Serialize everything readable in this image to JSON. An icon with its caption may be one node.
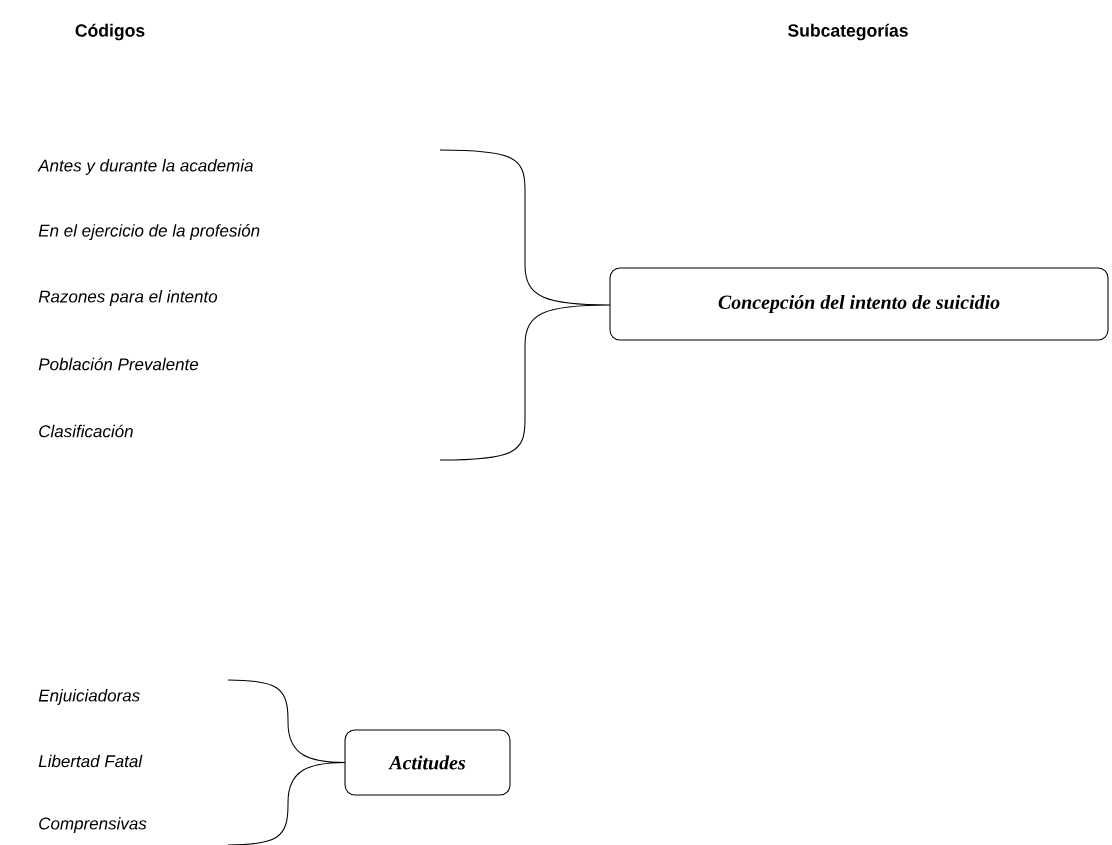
{
  "diagram": {
    "nodes": [
      {
        "text": [
          "Concepción del intento de suicidio"
        ]
      },
      {
        "text": [
          "Actitudes"
        ]
      }
    ],
    "labels": [
      "Códigos",
      "Subcategorías",
      "Antes y durante la academia",
      "En el ejercicio de la profesión",
      "Razones para el intento",
      "Población Prevalente",
      "Clasificación",
      "Enjuiciadoras",
      "Libertad Fatal",
      "Comprensivas"
    ]
  }
}
